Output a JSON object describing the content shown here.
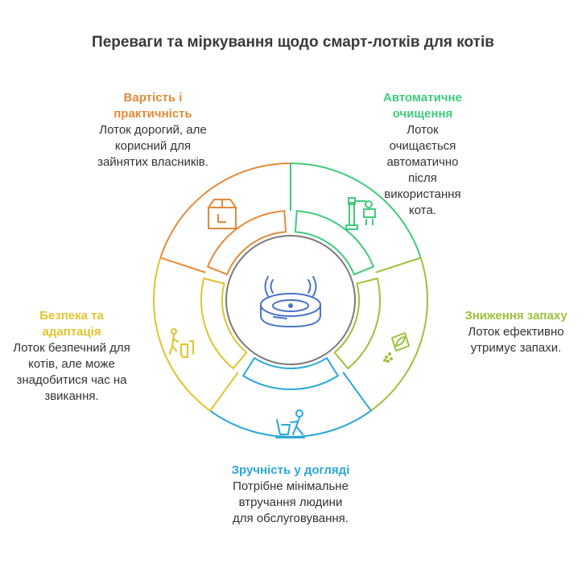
{
  "title": "Переваги та міркування щодо смарт-лотків для котів",
  "colors": {
    "orange": "#E28A3B",
    "green": "#3FCB7B",
    "lime": "#9BC23A",
    "blue": "#2AA7D8",
    "yellow": "#E2C32B",
    "center": "#7A7A7A",
    "icon_blue": "#4A73C9"
  },
  "segments": [
    {
      "key": "cost",
      "title": "Вартість і практичність",
      "desc": "Лоток дорогий, але корисний для зайнятих власників.",
      "color": "#E28A3B",
      "icon": "box-icon"
    },
    {
      "key": "auto",
      "title": "Автоматичне очищення",
      "desc": "Лоток очищається автоматично після використання кота.",
      "color": "#3FCB7B",
      "icon": "robot-arm-icon"
    },
    {
      "key": "odor",
      "title": "Зниження запаху",
      "desc": "Лоток ефективно утримує запахи.",
      "color": "#9BC23A",
      "icon": "leaf-spray-icon"
    },
    {
      "key": "care",
      "title": "Зручність у догляді",
      "desc": "Потрібне мінімальне втручання людини для обслуговування.",
      "color": "#2AA7D8",
      "icon": "person-cleaning-icon"
    },
    {
      "key": "safety",
      "title": "Безпека та адаптація",
      "desc": "Лоток безпечний для котів, але може знадобитися час на звикання.",
      "color": "#E2C32B",
      "icon": "person-toilet-icon"
    }
  ],
  "center_icon": "smart-litter-box-icon"
}
